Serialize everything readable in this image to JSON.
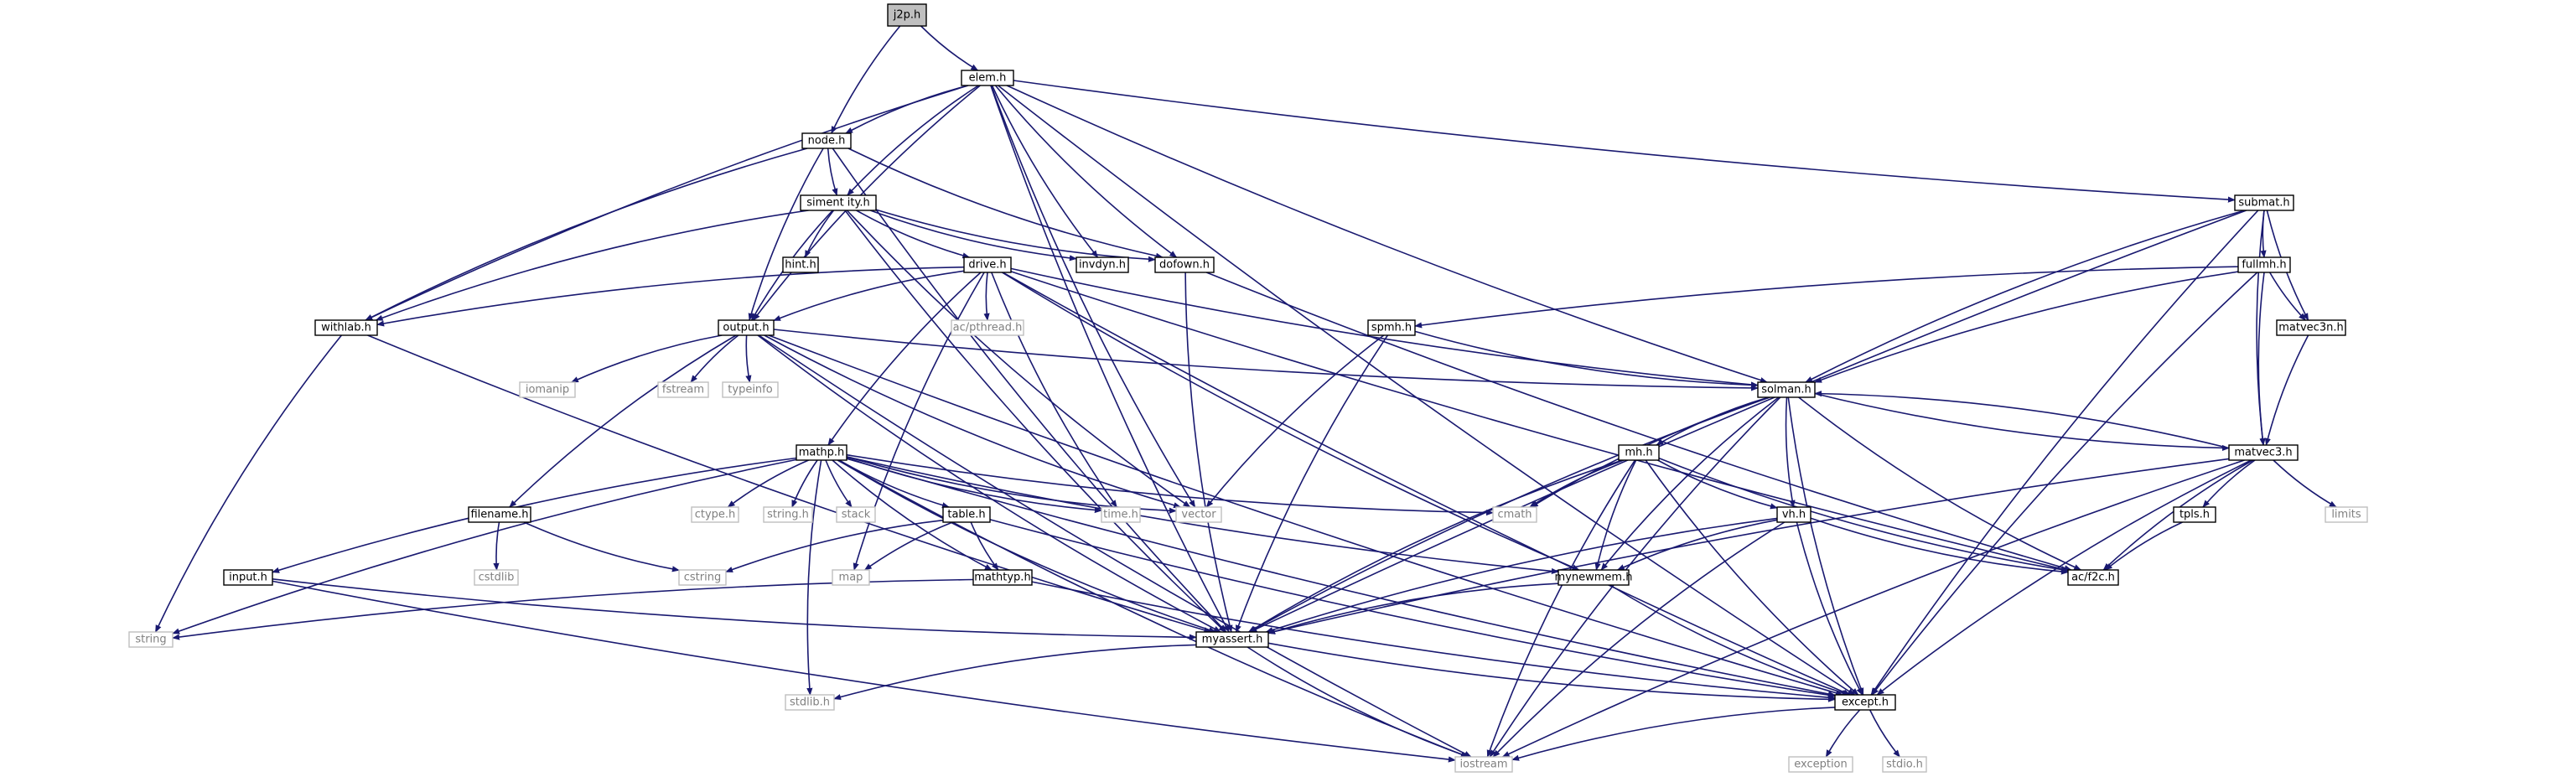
{
  "diagram": {
    "type": "include-dependency-graph",
    "colors": {
      "edge": "#191970",
      "node_fill": "#ffffff",
      "node_border": "#000000",
      "root_fill": "#bfbfbf",
      "system_border": "#bfbfbf",
      "system_text": "#808080",
      "text": "#000000"
    },
    "nodes": [
      {
        "id": "j2p",
        "label": "j2p.h",
        "kind": "root"
      },
      {
        "id": "elem",
        "label": "elem.h",
        "kind": "local"
      },
      {
        "id": "node",
        "label": "node.h",
        "kind": "local"
      },
      {
        "id": "siment",
        "label": "siment ity.h",
        "kind": "local"
      },
      {
        "id": "submat",
        "label": "submat.h",
        "kind": "local"
      },
      {
        "id": "hint",
        "label": "hint.h",
        "kind": "local"
      },
      {
        "id": "invdyn",
        "label": "invdyn.h",
        "kind": "local"
      },
      {
        "id": "dofown",
        "label": "dofown.h",
        "kind": "local"
      },
      {
        "id": "drive",
        "label": "drive.h",
        "kind": "local"
      },
      {
        "id": "fullmh",
        "label": "fullmh.h",
        "kind": "local"
      },
      {
        "id": "withlab",
        "label": "withlab.h",
        "kind": "local"
      },
      {
        "id": "output",
        "label": "output.h",
        "kind": "local"
      },
      {
        "id": "pthread",
        "label": "ac/pthread.h",
        "kind": "system"
      },
      {
        "id": "spmh",
        "label": "spmh.h",
        "kind": "local"
      },
      {
        "id": "matvec3n",
        "label": "matvec3n.h",
        "kind": "local"
      },
      {
        "id": "iomanip",
        "label": "iomanip",
        "kind": "system"
      },
      {
        "id": "fstream",
        "label": "fstream",
        "kind": "system"
      },
      {
        "id": "typeinfo",
        "label": "typeinfo",
        "kind": "system"
      },
      {
        "id": "solman",
        "label": "solman.h",
        "kind": "local"
      },
      {
        "id": "mathp",
        "label": "mathp.h",
        "kind": "local"
      },
      {
        "id": "mh",
        "label": "mh.h",
        "kind": "local"
      },
      {
        "id": "matvec3",
        "label": "matvec3.h",
        "kind": "local"
      },
      {
        "id": "filename",
        "label": "filename.h",
        "kind": "local"
      },
      {
        "id": "ctype",
        "label": "ctype.h",
        "kind": "system"
      },
      {
        "id": "stringh",
        "label": "string.h",
        "kind": "system"
      },
      {
        "id": "stack",
        "label": "stack",
        "kind": "system"
      },
      {
        "id": "table",
        "label": "table.h",
        "kind": "local"
      },
      {
        "id": "time",
        "label": "time.h",
        "kind": "system"
      },
      {
        "id": "vector",
        "label": "vector",
        "kind": "system"
      },
      {
        "id": "cmath",
        "label": "cmath",
        "kind": "system"
      },
      {
        "id": "vh",
        "label": "vh.h",
        "kind": "local"
      },
      {
        "id": "tpls",
        "label": "tpls.h",
        "kind": "local"
      },
      {
        "id": "limits",
        "label": "limits",
        "kind": "system"
      },
      {
        "id": "cstdlib",
        "label": "cstdlib",
        "kind": "system"
      },
      {
        "id": "cstring",
        "label": "cstring",
        "kind": "system"
      },
      {
        "id": "map",
        "label": "map",
        "kind": "system"
      },
      {
        "id": "input",
        "label": "input.h",
        "kind": "local"
      },
      {
        "id": "mathtyp",
        "label": "mathtyp.h",
        "kind": "local"
      },
      {
        "id": "mynewmem",
        "label": "mynewmem.h",
        "kind": "local"
      },
      {
        "id": "f2c",
        "label": "ac/f2c.h",
        "kind": "local"
      },
      {
        "id": "string",
        "label": "string",
        "kind": "system"
      },
      {
        "id": "myassert",
        "label": "myassert.h",
        "kind": "local"
      },
      {
        "id": "stdlib",
        "label": "stdlib.h",
        "kind": "system"
      },
      {
        "id": "except",
        "label": "except.h",
        "kind": "local"
      },
      {
        "id": "iostream",
        "label": "iostream",
        "kind": "system"
      },
      {
        "id": "exception",
        "label": "exception",
        "kind": "system"
      },
      {
        "id": "stdio",
        "label": "stdio.h",
        "kind": "system"
      }
    ],
    "edges": [
      [
        "j2p",
        "elem"
      ],
      [
        "j2p",
        "node"
      ],
      [
        "elem",
        "node"
      ],
      [
        "elem",
        "siment"
      ],
      [
        "elem",
        "submat"
      ],
      [
        "elem",
        "invdyn"
      ],
      [
        "elem",
        "dofown"
      ],
      [
        "elem",
        "withlab"
      ],
      [
        "elem",
        "output"
      ],
      [
        "elem",
        "solman"
      ],
      [
        "elem",
        "vector"
      ],
      [
        "elem",
        "myassert"
      ],
      [
        "elem",
        "except"
      ],
      [
        "node",
        "siment"
      ],
      [
        "node",
        "dofown"
      ],
      [
        "node",
        "withlab"
      ],
      [
        "node",
        "output"
      ],
      [
        "node",
        "myassert"
      ],
      [
        "siment",
        "hint"
      ],
      [
        "siment",
        "invdyn"
      ],
      [
        "siment",
        "dofown"
      ],
      [
        "siment",
        "drive"
      ],
      [
        "siment",
        "withlab"
      ],
      [
        "siment",
        "output"
      ],
      [
        "siment",
        "myassert"
      ],
      [
        "siment",
        "vector"
      ],
      [
        "submat",
        "fullmh"
      ],
      [
        "submat",
        "matvec3n"
      ],
      [
        "submat",
        "matvec3"
      ],
      [
        "submat",
        "solman"
      ],
      [
        "submat",
        "myassert"
      ],
      [
        "submat",
        "except"
      ],
      [
        "dofown",
        "myassert"
      ],
      [
        "dofown",
        "f2c"
      ],
      [
        "drive",
        "withlab"
      ],
      [
        "drive",
        "output"
      ],
      [
        "drive",
        "pthread"
      ],
      [
        "drive",
        "mathp"
      ],
      [
        "drive",
        "time"
      ],
      [
        "drive",
        "map"
      ],
      [
        "drive",
        "mynewmem"
      ],
      [
        "drive",
        "solman"
      ],
      [
        "drive",
        "f2c"
      ],
      [
        "drive",
        "except"
      ],
      [
        "fullmh",
        "spmh"
      ],
      [
        "fullmh",
        "matvec3n"
      ],
      [
        "fullmh",
        "matvec3"
      ],
      [
        "fullmh",
        "solman"
      ],
      [
        "fullmh",
        "except"
      ],
      [
        "withlab",
        "string"
      ],
      [
        "withlab",
        "myassert"
      ],
      [
        "output",
        "iomanip"
      ],
      [
        "output",
        "fstream"
      ],
      [
        "output",
        "typeinfo"
      ],
      [
        "output",
        "filename"
      ],
      [
        "output",
        "solman"
      ],
      [
        "output",
        "vector"
      ],
      [
        "output",
        "myassert"
      ],
      [
        "output",
        "iostream"
      ],
      [
        "output",
        "except"
      ],
      [
        "spmh",
        "solman"
      ],
      [
        "spmh",
        "vector"
      ],
      [
        "spmh",
        "myassert"
      ],
      [
        "matvec3n",
        "matvec3"
      ],
      [
        "solman",
        "mh"
      ],
      [
        "solman",
        "matvec3"
      ],
      [
        "solman",
        "vh"
      ],
      [
        "solman",
        "cmath"
      ],
      [
        "solman",
        "mynewmem"
      ],
      [
        "solman",
        "myassert"
      ],
      [
        "solman",
        "except"
      ],
      [
        "solman",
        "iostream"
      ],
      [
        "solman",
        "f2c"
      ],
      [
        "mathp",
        "ctype"
      ],
      [
        "mathp",
        "stringh"
      ],
      [
        "mathp",
        "stack"
      ],
      [
        "mathp",
        "table"
      ],
      [
        "mathp",
        "time"
      ],
      [
        "mathp",
        "vector"
      ],
      [
        "mathp",
        "cmath"
      ],
      [
        "mathp",
        "input"
      ],
      [
        "mathp",
        "mathtyp"
      ],
      [
        "mathp",
        "mynewmem"
      ],
      [
        "mathp",
        "string"
      ],
      [
        "mathp",
        "myassert"
      ],
      [
        "mathp",
        "stdlib"
      ],
      [
        "mathp",
        "except"
      ],
      [
        "mathp",
        "iostream"
      ],
      [
        "mh",
        "cmath"
      ],
      [
        "mh",
        "vh"
      ],
      [
        "mh",
        "mynewmem"
      ],
      [
        "mh",
        "f2c"
      ],
      [
        "mh",
        "myassert"
      ],
      [
        "mh",
        "except"
      ],
      [
        "mh",
        "iostream"
      ],
      [
        "matvec3",
        "solman"
      ],
      [
        "matvec3",
        "tpls"
      ],
      [
        "matvec3",
        "limits"
      ],
      [
        "matvec3",
        "f2c"
      ],
      [
        "matvec3",
        "myassert"
      ],
      [
        "matvec3",
        "except"
      ],
      [
        "matvec3",
        "iostream"
      ],
      [
        "filename",
        "cstdlib"
      ],
      [
        "filename",
        "cstring"
      ],
      [
        "table",
        "cstring"
      ],
      [
        "table",
        "map"
      ],
      [
        "table",
        "mathtyp"
      ],
      [
        "table",
        "except"
      ],
      [
        "vh",
        "mynewmem"
      ],
      [
        "vh",
        "f2c"
      ],
      [
        "vh",
        "myassert"
      ],
      [
        "vh",
        "except"
      ],
      [
        "vh",
        "iostream"
      ],
      [
        "tpls",
        "f2c"
      ],
      [
        "input",
        "myassert"
      ],
      [
        "input",
        "iostream"
      ],
      [
        "mathtyp",
        "string"
      ],
      [
        "mathtyp",
        "except"
      ],
      [
        "mynewmem",
        "myassert"
      ],
      [
        "mynewmem",
        "except"
      ],
      [
        "myassert",
        "stdlib"
      ],
      [
        "myassert",
        "except"
      ],
      [
        "myassert",
        "iostream"
      ],
      [
        "except",
        "iostream"
      ],
      [
        "except",
        "exception"
      ],
      [
        "except",
        "stdio"
      ]
    ]
  }
}
